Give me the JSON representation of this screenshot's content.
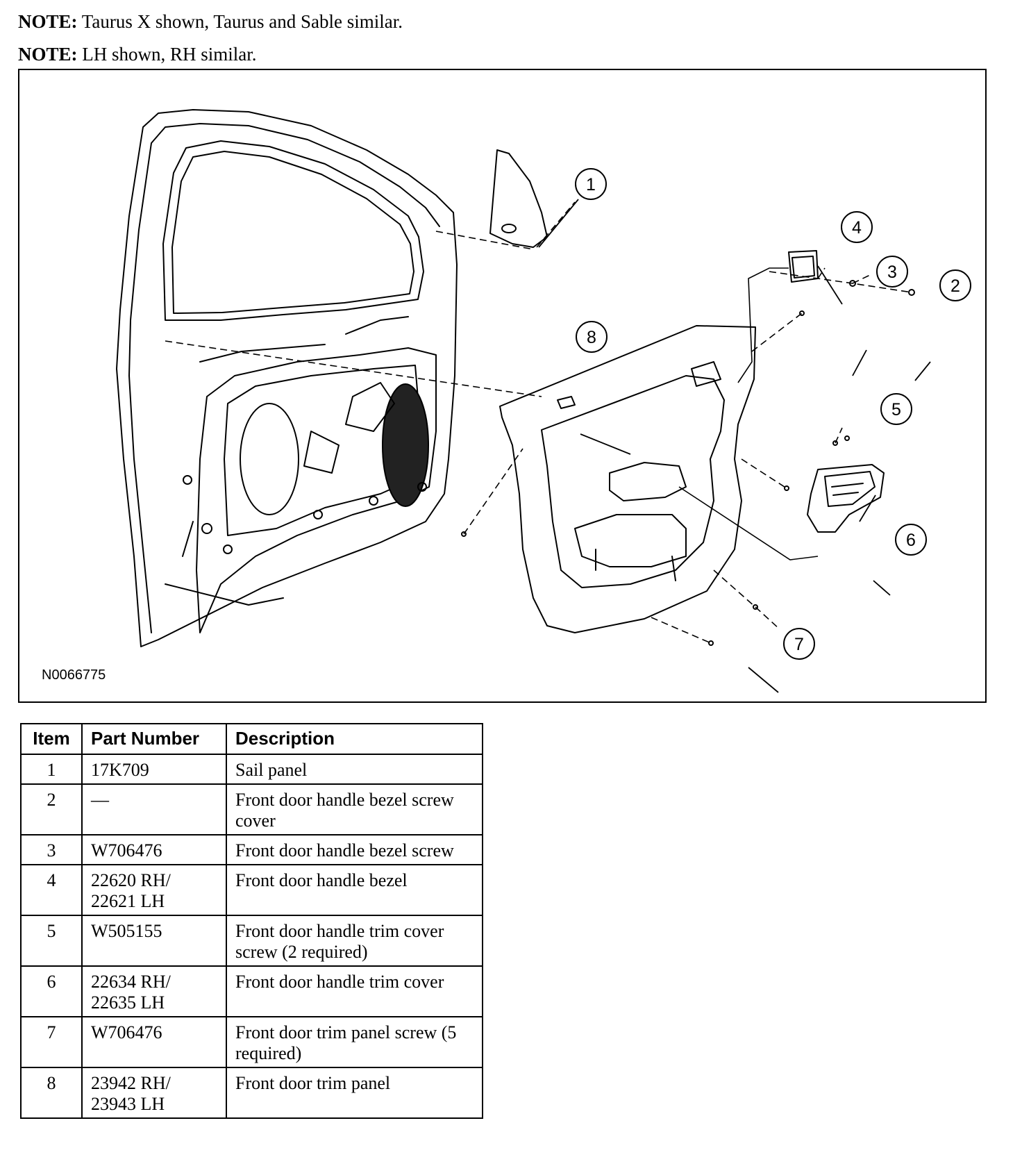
{
  "notes": [
    {
      "label": "NOTE:",
      "text": "Taurus X shown, Taurus and Sable similar."
    },
    {
      "label": "NOTE:",
      "text": "LH shown, RH similar."
    }
  ],
  "figure": {
    "id": "N0066775",
    "callouts": [
      "1",
      "2",
      "3",
      "4",
      "5",
      "6",
      "7",
      "8"
    ]
  },
  "table": {
    "headers": [
      "Item",
      "Part Number",
      "Description"
    ],
    "rows": [
      {
        "item": "1",
        "part": "17K709",
        "desc": "Sail panel"
      },
      {
        "item": "2",
        "part": "—",
        "desc": "Front door handle bezel screw cover"
      },
      {
        "item": "3",
        "part": "W706476",
        "desc": "Front door handle bezel screw"
      },
      {
        "item": "4",
        "part": "22620 RH/ 22621 LH",
        "desc": "Front door handle bezel"
      },
      {
        "item": "5",
        "part": "W505155",
        "desc": "Front door handle trim cover screw (2 required)"
      },
      {
        "item": "6",
        "part": "22634 RH/ 22635 LH",
        "desc": "Front door handle trim cover"
      },
      {
        "item": "7",
        "part": "W706476",
        "desc": "Front door trim panel screw (5 required)"
      },
      {
        "item": "8",
        "part": "23942 RH/ 23943 LH",
        "desc": "Front door trim panel"
      }
    ]
  }
}
